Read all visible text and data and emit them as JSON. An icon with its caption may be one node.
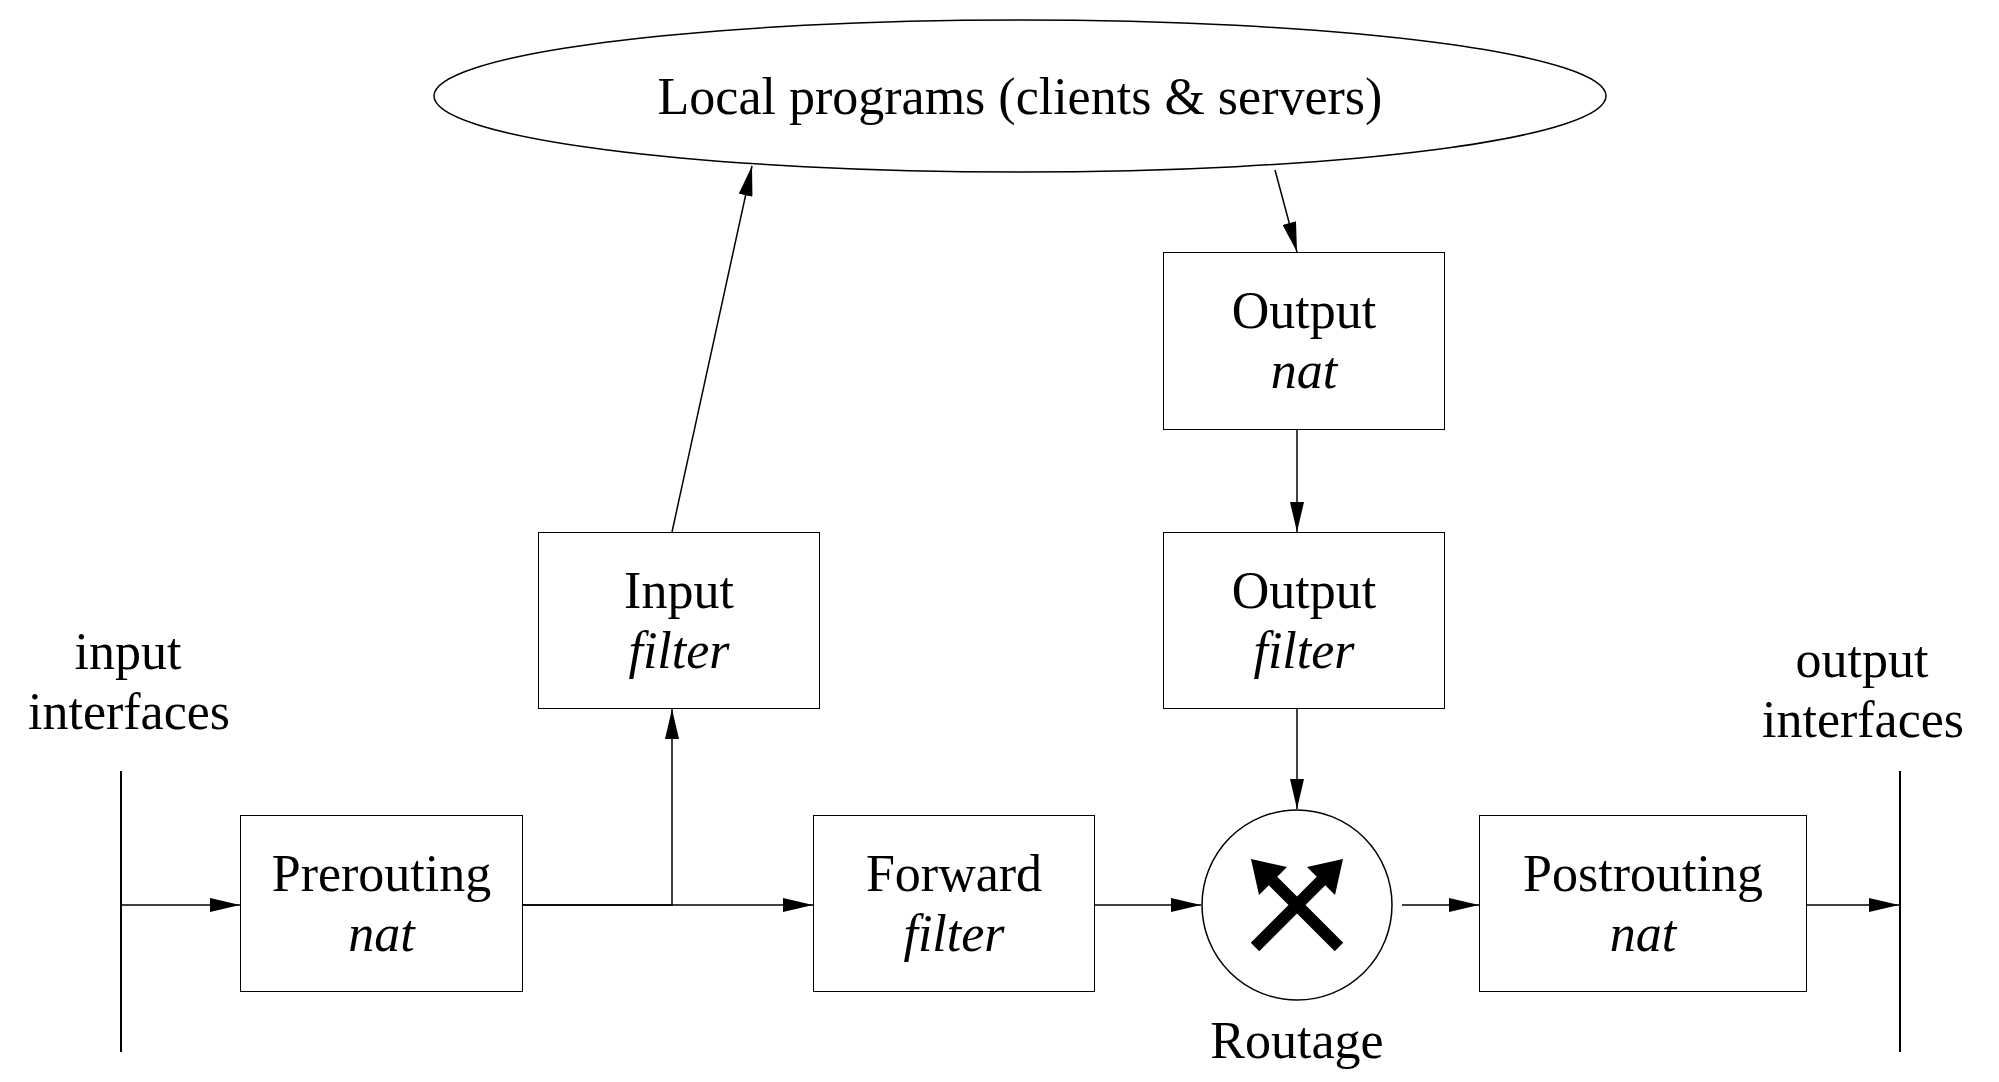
{
  "diagram": {
    "nodes": [
      {
        "text": [
          "Local programs (clients & servers)"
        ]
      },
      {
        "text": [
          "Output",
          "nat"
        ]
      },
      {
        "text": [
          "Input",
          "filter"
        ]
      },
      {
        "text": [
          "Output",
          "filter"
        ]
      },
      {
        "text": [
          "input interfaces"
        ]
      },
      {
        "text": [
          "Prerouting",
          "nat"
        ]
      },
      {
        "text": [
          "Forward",
          "filter"
        ]
      },
      {
        "text": [
          "Routage"
        ]
      },
      {
        "text": [
          "Postrouting",
          "nat"
        ]
      },
      {
        "text": [
          "output interfaces"
        ]
      }
    ],
    "edges": [
      {
        "from": 4,
        "to": 5,
        "arrow": "to"
      },
      {
        "from": 5,
        "to": 6,
        "arrow": "to"
      },
      {
        "from": 5,
        "to": 2,
        "arrow": "to"
      },
      {
        "from": 2,
        "to": 0,
        "arrow": "to"
      },
      {
        "from": 0,
        "to": 1,
        "arrow": "to"
      },
      {
        "from": 1,
        "to": 3,
        "arrow": "to"
      },
      {
        "from": 3,
        "to": 7,
        "arrow": "to"
      },
      {
        "from": 6,
        "to": 7,
        "arrow": "to"
      },
      {
        "from": 7,
        "to": 8,
        "arrow": "to"
      },
      {
        "from": 8,
        "to": 9,
        "arrow": "to"
      }
    ]
  }
}
